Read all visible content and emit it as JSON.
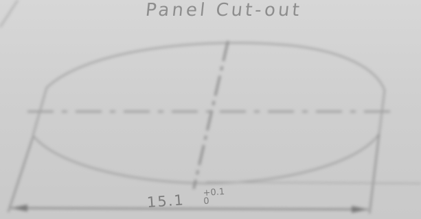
{
  "drawing": {
    "title": "Panel Cut-out",
    "dimension": {
      "value": "15.1",
      "tolerance_upper": "+0.1",
      "tolerance_lower": "0"
    }
  }
}
